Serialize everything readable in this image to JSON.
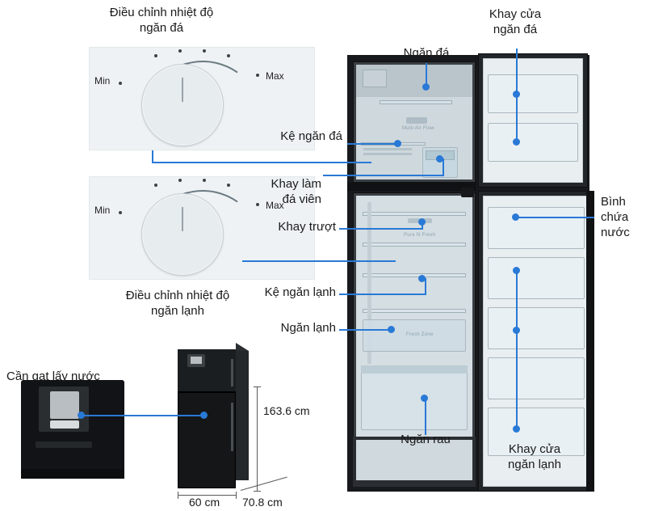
{
  "diagram": {
    "title": "So do cac bo phan tu lanh",
    "accent_color": "#2979d6",
    "labels": {
      "freezer_temp_knob": "Điều chỉnh nhiệt độ\nngăn đá",
      "fridge_temp_knob": "Điều chỉnh nhiệt độ\nngăn lạnh",
      "freezer_door_tray": "Khay cửa\nngăn đá",
      "freezer_compartment": "Ngăn đá",
      "freezer_shelf": "Kệ ngăn đá",
      "ice_tray": "Khay làm\nđá viên",
      "sliding_tray": "Khay trượt",
      "water_tank": "Bình\nchứa\nnước",
      "fridge_shelf": "Kệ ngăn lạnh",
      "fridge_compartment": "Ngăn lạnh",
      "vegetable_drawer": "Ngăn rau",
      "fridge_door_tray": "Khay cửa\nngăn lạnh",
      "water_lever": "Cần gạt lấy nước"
    },
    "knob_marks": {
      "min": "Min",
      "max": "Max"
    },
    "dimensions": {
      "height": "163.6 cm",
      "width": "60 cm",
      "depth": "70.8 cm"
    },
    "appliance_texts": {
      "multi_air_flow": "Multi Air Flow",
      "pure_n_fresh": "Pure N Fresh",
      "fresh_zone": "Fresh Zone"
    }
  }
}
